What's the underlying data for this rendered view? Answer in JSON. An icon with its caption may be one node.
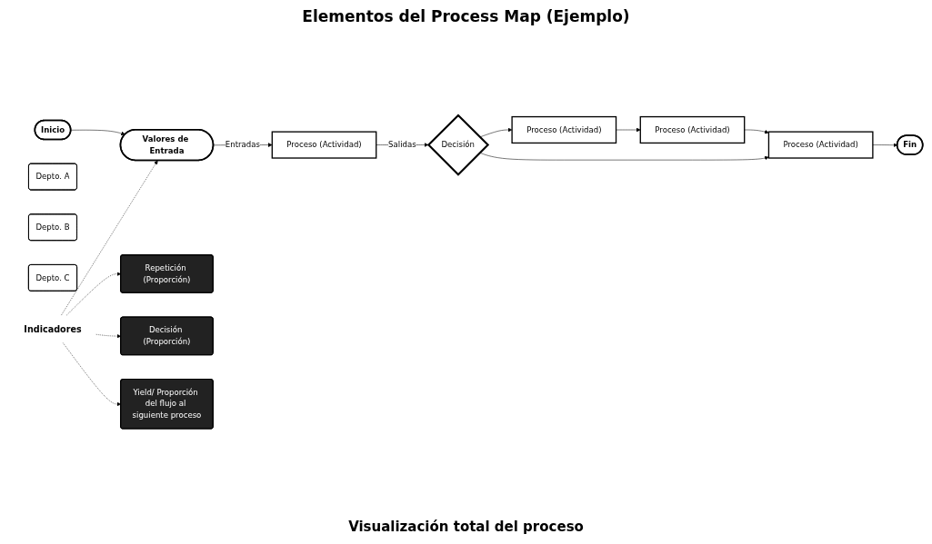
{
  "diagram": {
    "title": "Elementos del Process Map (Ejemplo)",
    "nodes": [
      {
        "text": [
          "Inicio"
        ]
      },
      {
        "text": [
          "Valores de Entrada"
        ]
      },
      {
        "text": [
          "Depto. A"
        ]
      },
      {
        "text": [
          "Depto. B"
        ]
      },
      {
        "text": [
          "Depto. C"
        ]
      },
      {
        "text": [
          "Indicadores"
        ]
      },
      {
        "text": [
          "Repetición (Proporción)"
        ]
      },
      {
        "text": [
          "Decisión (Proporción)"
        ]
      },
      {
        "text": [
          "Proceso (Actividad)"
        ]
      },
      {
        "text": [
          "Yield/ Proporción del flujo al siguiente proceso"
        ]
      },
      {
        "text": [
          "Decisión"
        ]
      },
      {
        "text": [
          "Proceso (Actividad)"
        ]
      },
      {
        "text": [
          "Proceso (Actividad)"
        ]
      },
      {
        "text": [
          "Proceso (Actividad)"
        ]
      },
      {
        "text": [
          "Fin"
        ]
      }
    ],
    "edges": [
      {
        "from": 0,
        "to": 1,
        "arrow": "to"
      },
      {
        "from": 5,
        "to": 1,
        "arrow": "to",
        "style": "dashed"
      },
      {
        "from": 5,
        "to": 6,
        "arrow": "to",
        "style": "dashed"
      },
      {
        "from": 5,
        "to": 7,
        "arrow": "to",
        "style": "dashed"
      },
      {
        "from": 5,
        "to": 9,
        "arrow": "to",
        "style": "dashed"
      },
      {
        "from": 1,
        "to": 8,
        "arrow": "to",
        "label": "Entradas"
      },
      {
        "from": 8,
        "to": 10,
        "arrow": "to",
        "label": "Salidas"
      },
      {
        "from": 10,
        "to": 11,
        "arrow": "to"
      },
      {
        "from": 11,
        "to": 12,
        "arrow": "to"
      },
      {
        "from": 12,
        "to": 13,
        "arrow": "to"
      },
      {
        "from": 10,
        "to": 13,
        "arrow": "to"
      },
      {
        "from": 13,
        "to": 14,
        "arrow": "to"
      }
    ],
    "labels": [
      "Visualización total del proceso"
    ]
  }
}
